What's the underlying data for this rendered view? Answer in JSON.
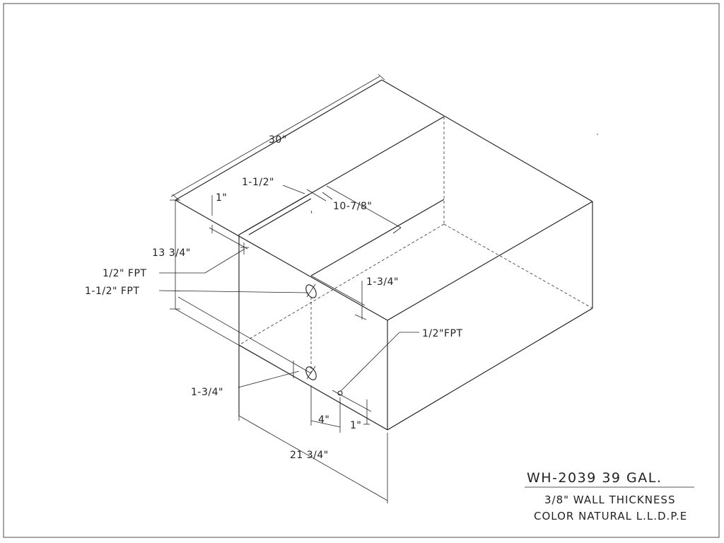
{
  "dimensions": {
    "length": "30\"",
    "height": "13 3/4\"",
    "width": "21 3/4\"",
    "top_offset": "1\"",
    "slot_width": "1-1/2\"",
    "slot_length": "10-7/8\"",
    "side_offset_upper": "1-3/4\"",
    "side_offset_lower": "1-3/4\"",
    "bottom_spacing": "4\"",
    "bottom_offset": "1\""
  },
  "callouts": {
    "upper_fitting": "1/2\" FPT",
    "main_fitting": "1-1/2\" FPT",
    "lower_fitting": "1/2\"FPT"
  },
  "title_block": {
    "model": "WH-2039 39 GAL.",
    "wall": "3/8\" WALL THICKNESS",
    "material": "COLOR NATURAL L.L.D.P.E"
  }
}
